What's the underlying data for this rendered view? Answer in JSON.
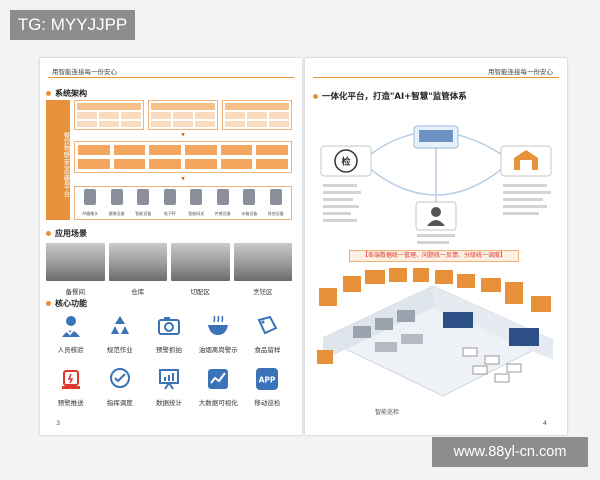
{
  "overlay": {
    "tg_label": "TG: MYYJJPP",
    "site_url": "www.88yl-cn.com"
  },
  "left_page": {
    "running_head": "用智能连接每一份安心",
    "page_number": "3",
    "sections": {
      "architecture": "系统架构",
      "scenarios": "应用场景",
      "functions": "核心功能"
    },
    "platform_label": "餐饮物联安全监管平台",
    "devices": [
      "AI摄像头",
      "摄像设备",
      "智能设备",
      "电子秤",
      "智能网关",
      "传感设备",
      "冰箱设备",
      "其他设备"
    ],
    "scenes": [
      "备餐间",
      "仓库",
      "切配区",
      "烹饪区"
    ],
    "functions": [
      {
        "label": "人员核验",
        "icon": "person-check-icon"
      },
      {
        "label": "规范作业",
        "icon": "recycle-icon"
      },
      {
        "label": "预警抓拍",
        "icon": "camera-icon"
      },
      {
        "label": "油烟离岗警示",
        "icon": "wok-icon"
      },
      {
        "label": "食品留样",
        "icon": "sample-tag-icon"
      },
      {
        "label": "预警推送",
        "icon": "alarm-icon"
      },
      {
        "label": "指挥调度",
        "icon": "check-bubble-icon"
      },
      {
        "label": "数据统计",
        "icon": "presentation-chart-icon"
      },
      {
        "label": "大数据可视化",
        "icon": "trend-chart-icon"
      },
      {
        "label": "移动巡检",
        "icon": "app-icon"
      }
    ]
  },
  "right_page": {
    "running_head": "用智能连接每一份安心",
    "page_number": "4",
    "title": "一体化平台，打造\"AI+智慧\"监管体系",
    "banner": "【各端数据统一管理、问题统一反馈、分级统一调度】",
    "iso_label": "智能巡检",
    "inspect_label": "检",
    "colors": {
      "accent": "#e7913b",
      "banner_red": "#e0362c",
      "blue": "#3a73b8"
    }
  }
}
